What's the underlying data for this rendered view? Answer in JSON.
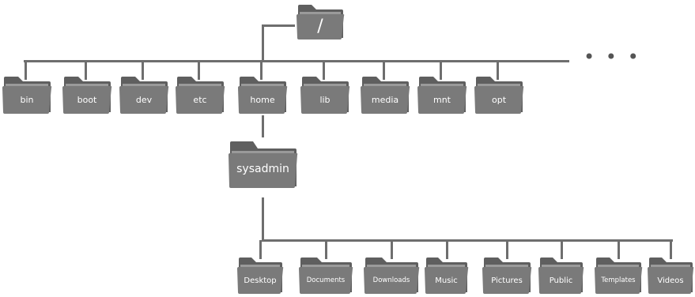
{
  "colors": {
    "folder_body": "#7a7a7a",
    "folder_tab": "#5f5f5f",
    "folder_back": "#9a9a9a",
    "line": "#6e6e6e",
    "label": "#ffffff"
  },
  "root": {
    "label": "/",
    "icon": "folder-icon"
  },
  "top_level": [
    "bin",
    "boot",
    "dev",
    "etc",
    "home",
    "lib",
    "media",
    "mnt",
    "opt"
  ],
  "more_indicator": "• • •",
  "home_child": {
    "label": "sysadmin",
    "icon": "folder-icon"
  },
  "user_dirs": [
    "Desktop",
    "Documents",
    "Downloads",
    "Music",
    "Pictures",
    "Public",
    "Templates",
    "Videos"
  ]
}
